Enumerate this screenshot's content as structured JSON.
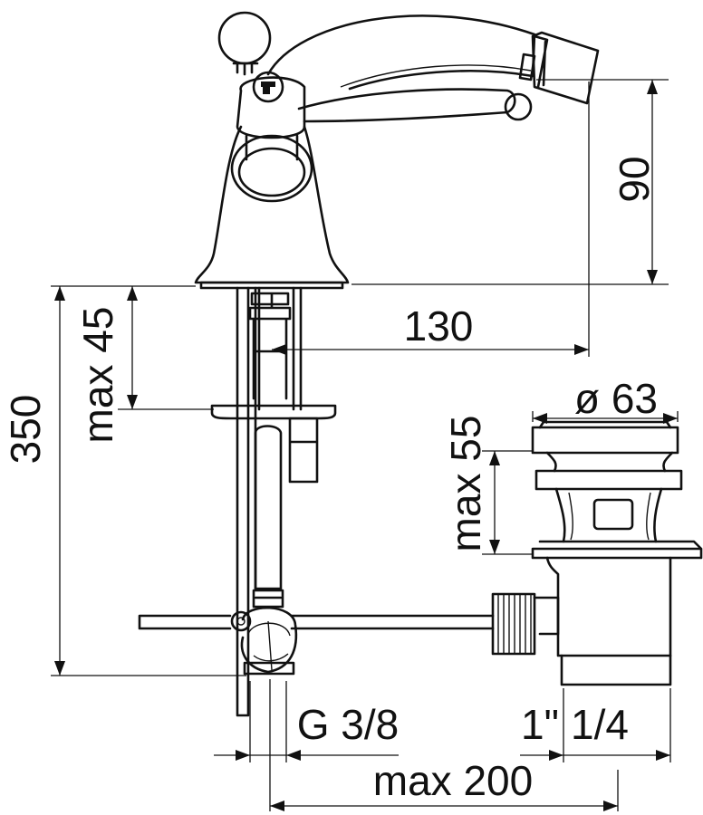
{
  "dimensions": {
    "spout_height": "90",
    "spout_reach": "130",
    "max_deck_thickness": "max 45",
    "overall_height": "350",
    "waste_diameter": "ø 63",
    "waste_max_thickness": "max 55",
    "supply_connection": "G 3/8",
    "waste_thread_a": "1\"",
    "waste_thread_b": "1/4",
    "pop_up_rod_reach": "max 200"
  }
}
